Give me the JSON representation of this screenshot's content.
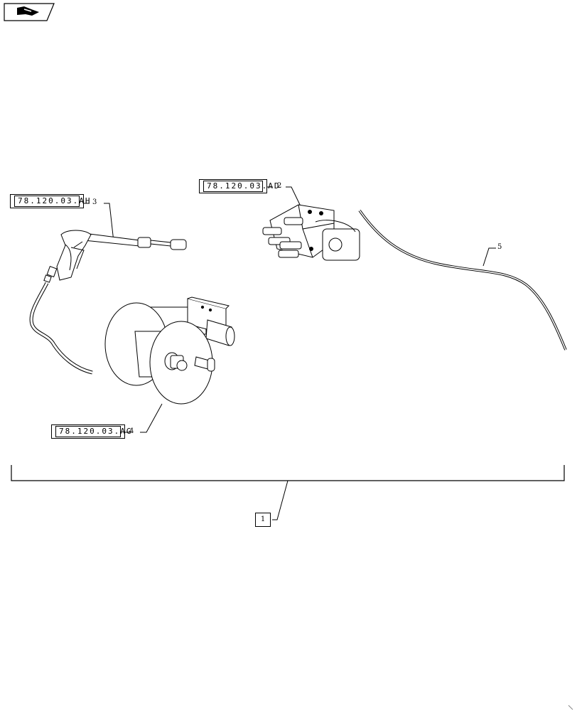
{
  "icon": {
    "name": "page-turn-icon"
  },
  "references": {
    "gun_ref": "78.120.03.AH",
    "pump_ref": "78.120.03.AD",
    "reel_ref": "78.120.03.AG"
  },
  "callouts": {
    "c1": "1",
    "c2": "2",
    "c3": "3",
    "c4": "4",
    "c5": "5"
  }
}
